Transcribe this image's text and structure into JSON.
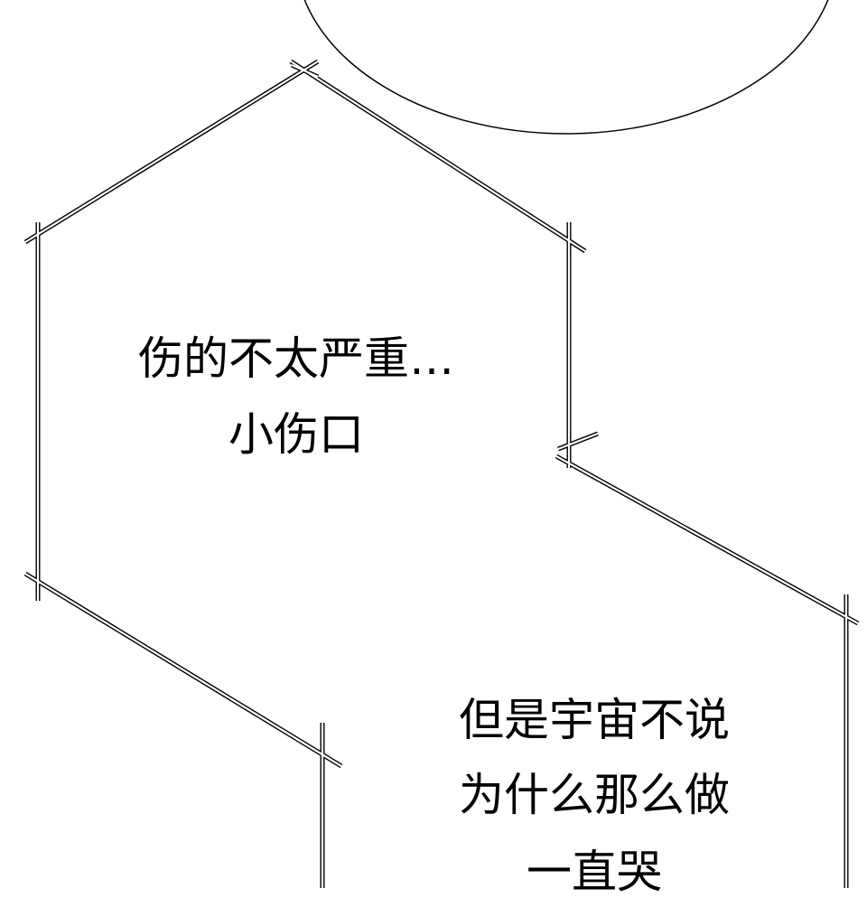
{
  "bubble_left": {
    "lines": [
      "伤的不太严重…",
      "小伤口"
    ]
  },
  "bubble_right": {
    "lines": [
      "但是宇宙不说",
      "为什么那么做",
      "一直哭"
    ]
  },
  "colors": {
    "ink": "#000000",
    "paper": "#ffffff"
  }
}
